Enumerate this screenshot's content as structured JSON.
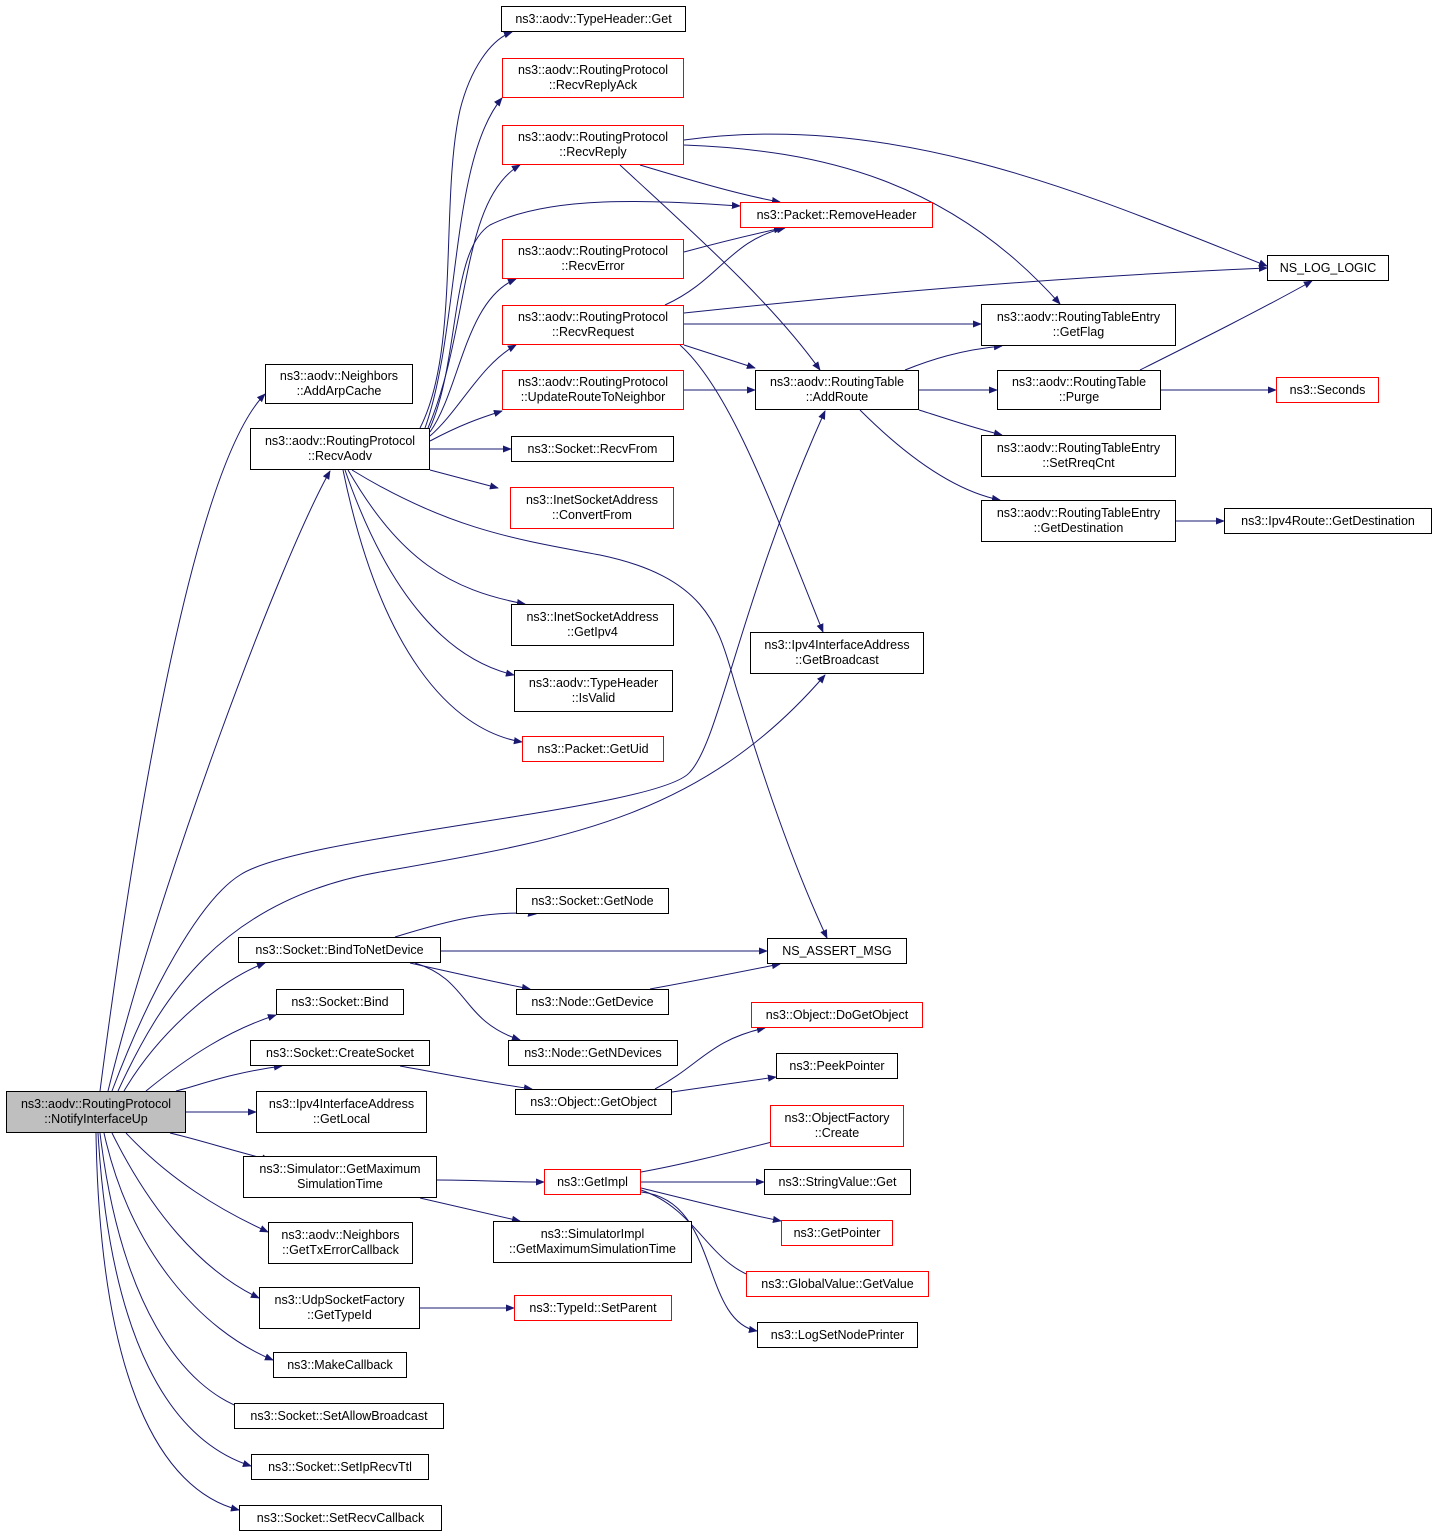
{
  "colors": {
    "edge": "#191970",
    "box_border": "#000000",
    "truncated_border": "#ff0000",
    "root_fill": "#bfbfbf"
  },
  "nodes": {
    "root": {
      "label": "ns3::aodv::RoutingProtocol\n::NotifyInterfaceUp",
      "truncated": false
    },
    "typeHeaderGet": {
      "label": "ns3::aodv::TypeHeader::Get",
      "truncated": false
    },
    "recvReplyAck": {
      "label": "ns3::aodv::RoutingProtocol\n::RecvReplyAck",
      "truncated": true
    },
    "recvReply": {
      "label": "ns3::aodv::RoutingProtocol\n::RecvReply",
      "truncated": true
    },
    "removeHeader": {
      "label": "ns3::Packet::RemoveHeader",
      "truncated": true
    },
    "recvError": {
      "label": "ns3::aodv::RoutingProtocol\n::RecvError",
      "truncated": true
    },
    "nsLogLogic": {
      "label": "NS_LOG_LOGIC",
      "truncated": false
    },
    "recvRequest": {
      "label": "ns3::aodv::RoutingProtocol\n::RecvRequest",
      "truncated": true
    },
    "getFlag": {
      "label": "ns3::aodv::RoutingTableEntry\n::GetFlag",
      "truncated": false
    },
    "neighborsAddArpCache": {
      "label": "ns3::aodv::Neighbors\n::AddArpCache",
      "truncated": false
    },
    "updateRouteToNeighbor": {
      "label": "ns3::aodv::RoutingProtocol\n::UpdateRouteToNeighbor",
      "truncated": true
    },
    "addRoute": {
      "label": "ns3::aodv::RoutingTable\n::AddRoute",
      "truncated": false
    },
    "purge": {
      "label": "ns3::aodv::RoutingTable\n::Purge",
      "truncated": false
    },
    "seconds": {
      "label": "ns3::Seconds",
      "truncated": true
    },
    "recvAodv": {
      "label": "ns3::aodv::RoutingProtocol\n::RecvAodv",
      "truncated": false
    },
    "socketRecvFrom": {
      "label": "ns3::Socket::RecvFrom",
      "truncated": false
    },
    "setRreqCnt": {
      "label": "ns3::aodv::RoutingTableEntry\n::SetRreqCnt",
      "truncated": false
    },
    "convertFrom": {
      "label": "ns3::InetSocketAddress\n::ConvertFrom",
      "truncated": true
    },
    "getDestination": {
      "label": "ns3::aodv::RoutingTableEntry\n::GetDestination",
      "truncated": false
    },
    "ipv4RouteGetDestination": {
      "label": "ns3::Ipv4Route::GetDestination",
      "truncated": false
    },
    "getIpv4": {
      "label": "ns3::InetSocketAddress\n::GetIpv4",
      "truncated": false
    },
    "getBroadcast": {
      "label": "ns3::Ipv4InterfaceAddress\n::GetBroadcast",
      "truncated": false
    },
    "isValid": {
      "label": "ns3::aodv::TypeHeader\n::IsValid",
      "truncated": false
    },
    "getUid": {
      "label": "ns3::Packet::GetUid",
      "truncated": true
    },
    "socketGetNode": {
      "label": "ns3::Socket::GetNode",
      "truncated": false
    },
    "bindToNetDevice": {
      "label": "ns3::Socket::BindToNetDevice",
      "truncated": false
    },
    "nsAssertMsg": {
      "label": "NS_ASSERT_MSG",
      "truncated": false
    },
    "socketBind": {
      "label": "ns3::Socket::Bind",
      "truncated": false
    },
    "nodeGetDevice": {
      "label": "ns3::Node::GetDevice",
      "truncated": false
    },
    "doGetObject": {
      "label": "ns3::Object::DoGetObject",
      "truncated": true
    },
    "nodeGetNDevices": {
      "label": "ns3::Node::GetNDevices",
      "truncated": false
    },
    "createSocket": {
      "label": "ns3::Socket::CreateSocket",
      "truncated": false
    },
    "peekPointer": {
      "label": "ns3::PeekPointer",
      "truncated": false
    },
    "getLocal": {
      "label": "ns3::Ipv4InterfaceAddress\n::GetLocal",
      "truncated": false
    },
    "getObject": {
      "label": "ns3::Object::GetObject",
      "truncated": false
    },
    "objectFactoryCreate": {
      "label": "ns3::ObjectFactory\n::Create",
      "truncated": true
    },
    "simGetMaxSimTime": {
      "label": "ns3::Simulator::GetMaximum\nSimulationTime",
      "truncated": false
    },
    "getImpl": {
      "label": "ns3::GetImpl",
      "truncated": true
    },
    "stringValueGet": {
      "label": "ns3::StringValue::Get",
      "truncated": false
    },
    "getTxErrorCallback": {
      "label": "ns3::aodv::Neighbors\n::GetTxErrorCallback",
      "truncated": false
    },
    "simImplGetMaxSimTime": {
      "label": "ns3::SimulatorImpl\n::GetMaximumSimulationTime",
      "truncated": false
    },
    "getPointer": {
      "label": "ns3::GetPointer",
      "truncated": true
    },
    "globalValueGetValue": {
      "label": "ns3::GlobalValue::GetValue",
      "truncated": true
    },
    "udpSocketFactoryGetTypeId": {
      "label": "ns3::UdpSocketFactory\n::GetTypeId",
      "truncated": false
    },
    "typeIdSetParent": {
      "label": "ns3::TypeId::SetParent",
      "truncated": true
    },
    "logSetNodePrinter": {
      "label": "ns3::LogSetNodePrinter",
      "truncated": false
    },
    "makeCallback": {
      "label": "ns3::MakeCallback",
      "truncated": false
    },
    "setAllowBroadcast": {
      "label": "ns3::Socket::SetAllowBroadcast",
      "truncated": false
    },
    "setIpRecvTtl": {
      "label": "ns3::Socket::SetIpRecvTtl",
      "truncated": false
    },
    "setRecvCallback": {
      "label": "ns3::Socket::SetRecvCallback",
      "truncated": false
    }
  }
}
